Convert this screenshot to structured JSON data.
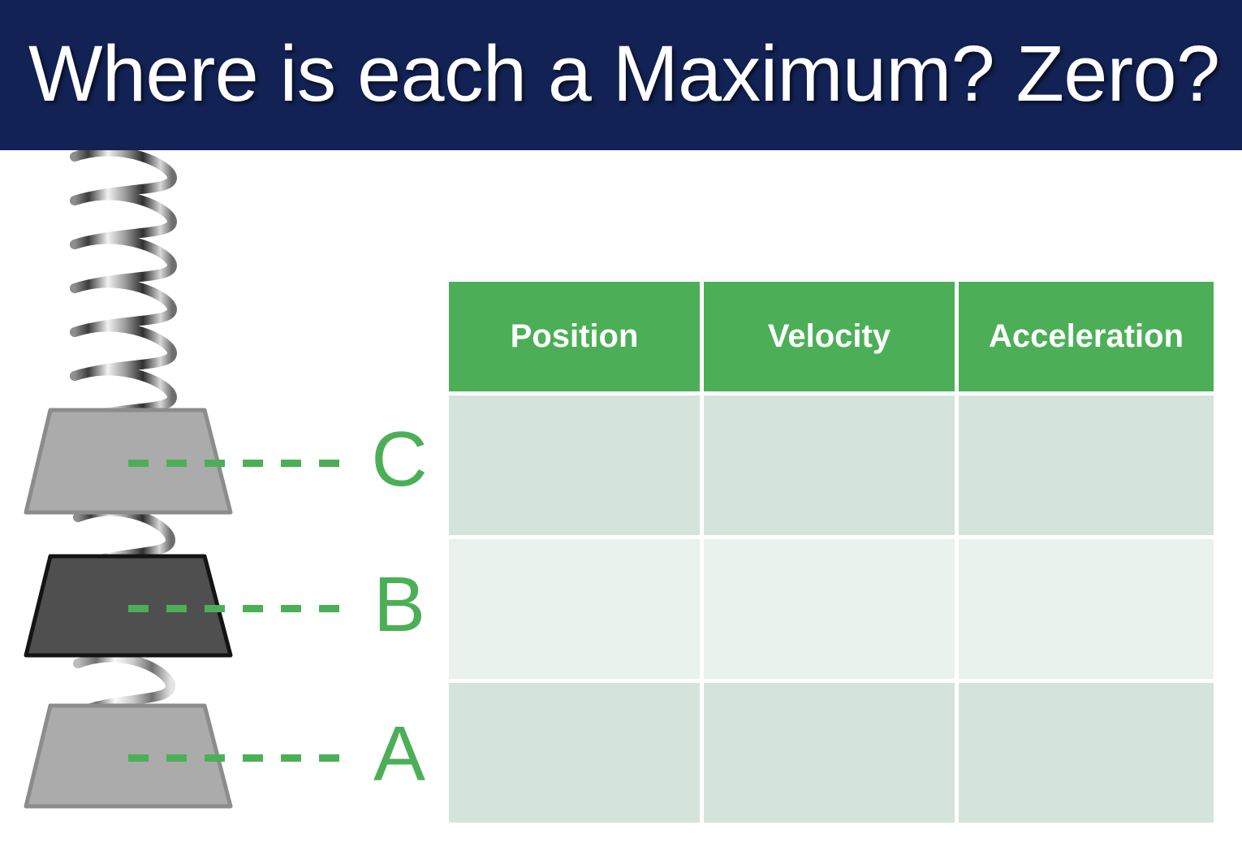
{
  "slide": {
    "title": "Where is each a Maximum? Zero?",
    "background_color": "#ffffff"
  },
  "theme": {
    "banner_color": "#122254",
    "accent_green": "#4CAF57",
    "row_band_dark": "#d4e4da",
    "row_band_light": "#e9f2ec",
    "title_color": "#ffffff"
  },
  "diagram": {
    "name": "vertical-spring-mass-oscillator",
    "spring_label": "coil-spring",
    "masses": [
      {
        "id": "C",
        "label": "C",
        "fill": "#ABABAB",
        "stroke": "#8c8c8c",
        "position": "top"
      },
      {
        "id": "B",
        "label": "B",
        "fill": "#4F4F4F",
        "stroke": "#141414",
        "position": "middle"
      },
      {
        "id": "A",
        "label": "A",
        "fill": "#ABABAB",
        "stroke": "#8c8c8c",
        "position": "bottom"
      }
    ],
    "leader_line_color": "#4CAF57"
  },
  "table": {
    "columns": [
      "Position",
      "Velocity",
      "Acceleration"
    ],
    "rows": [
      {
        "band": "dark",
        "cells": [
          "",
          "",
          ""
        ]
      },
      {
        "band": "light",
        "cells": [
          "",
          "",
          ""
        ]
      },
      {
        "band": "dark",
        "cells": [
          "",
          "",
          ""
        ]
      }
    ]
  }
}
